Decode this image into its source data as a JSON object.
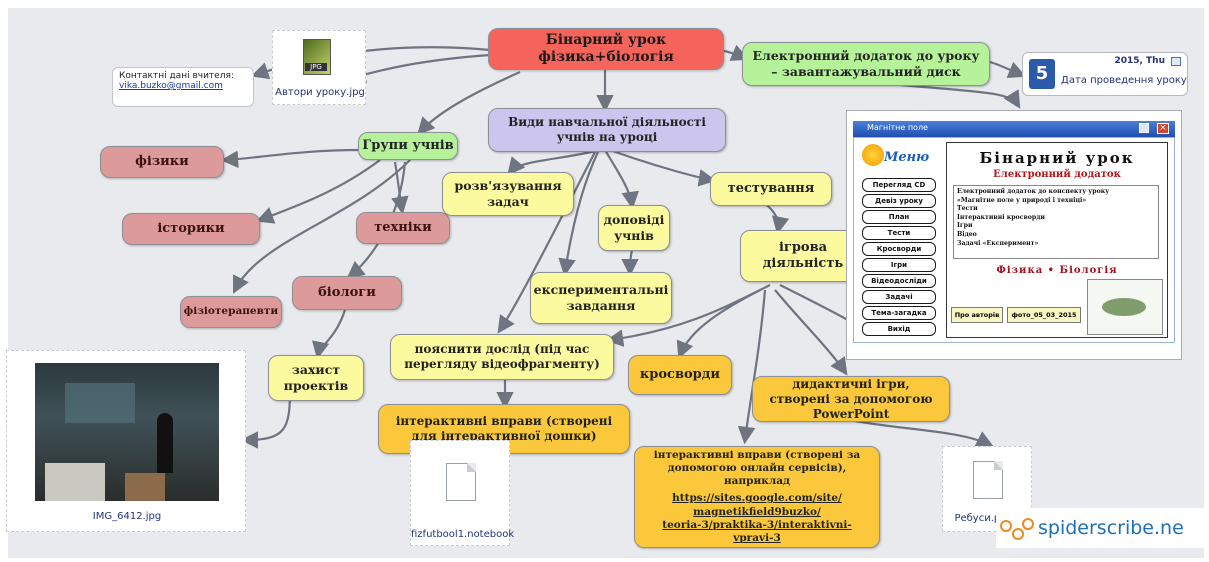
{
  "nodes": {
    "root": "Бінарний урок фізика+біологія",
    "contact": {
      "label": "Контактні дані вчителя:",
      "email": "vika.buzko@gmail.com"
    },
    "authors_file": "Автори уроку.jpg",
    "electronic": "Електронний додаток до уроку – завантажувальний диск",
    "date": {
      "year": "2015, Thu",
      "label": "Дата проведення уроку",
      "day": "5"
    },
    "groups": "Групи учнів",
    "physicists": "фізики",
    "historians": "історики",
    "techs": "техніки",
    "biologists": "біологи",
    "physiotherapists": "фізіотерапевти",
    "project": "захист проектів",
    "activities": "Види навчальної діяльності учнів на уроці",
    "solving": "розв'язування задач",
    "reports": "доповіді учнів",
    "testing": "тестування",
    "experimental": "експериментальні завдання",
    "game": "ігрова діяльність",
    "explain": "пояснити дослід (під час перегляду відеофрагменту)",
    "crosswords": "кросворди",
    "didactic": "дидактичні ігри, створені за допомогою PowerPoint",
    "interactive_board": "інтерактивні вправи (створені для інтерактивної дошки)",
    "interactive_online": "інтерактивні вправи (створені за допомогою онлайн сервісів), наприклад",
    "link_lines": [
      "https://sites.google.com/site/",
      "magnetikfield9buzko/",
      "teoria-3/praktika-3/interaktivni-vpravi-3"
    ]
  },
  "files": {
    "img": "IMG_6412.jpg",
    "notebook": "fizfutbool1.notebook",
    "ppsm": "Ребуси.ppsm"
  },
  "app_window": {
    "title": "Магнітне поле",
    "logo": "Меню",
    "heading": "Бінарний урок",
    "subheading": "Електронний додаток",
    "menu": [
      "Перегляд CD",
      "Девіз уроку",
      "План",
      "Тести",
      "Кросворди",
      "Ігри",
      "Відеодосліди",
      "Задачі",
      "Тема-загадка",
      "Вихід"
    ],
    "list": [
      "Електронний додаток до конспекту уроку",
      "«Магнітне поле у природі і техніці»",
      "Тести",
      "Інтерактивні кросворди",
      "Ігри",
      "Відео",
      "Задачі «Експеримент»"
    ],
    "footer": "Фізика • Біологія",
    "btn_authors": "Про авторів",
    "btn_photo": "фото_05_03_2015"
  },
  "watermark": "spiderscribe.ne",
  "colors": {
    "root": "#f4645a",
    "green": "#b6f29a",
    "pink": "#dd9a9a",
    "lavender": "#ccc5ee",
    "yellow": "#fbfa9e",
    "orange": "#fac83a",
    "connector": "#6e7480"
  }
}
